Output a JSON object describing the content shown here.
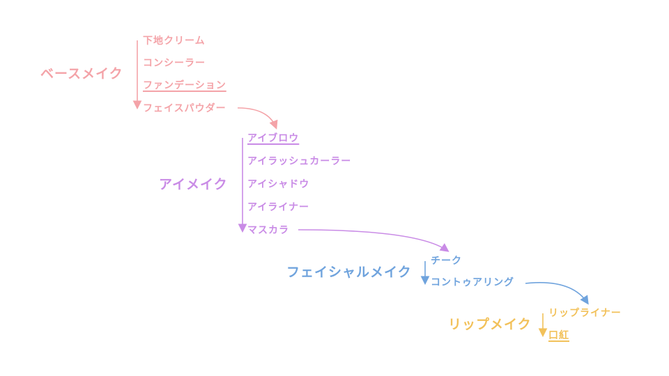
{
  "colors": {
    "base": "#f4a3a8",
    "eye": "#c98be6",
    "facial": "#6fa3dd",
    "lip": "#f2c15a"
  },
  "groups": {
    "base": {
      "title": "ベースメイク",
      "items": [
        "下地クリーム",
        "コンシーラー",
        "ファンデーション",
        "フェイスパウダー"
      ]
    },
    "eye": {
      "title": "アイメイク",
      "items": [
        "アイブロウ",
        "アイラッシュカーラー",
        "アイシャドウ",
        "アイライナー",
        "マスカラ"
      ]
    },
    "facial": {
      "title": "フェイシャルメイク",
      "items": [
        "チーク",
        "コントゥアリング"
      ]
    },
    "lip": {
      "title": "リップメイク",
      "items": [
        "リップライナー",
        "口紅"
      ]
    }
  }
}
